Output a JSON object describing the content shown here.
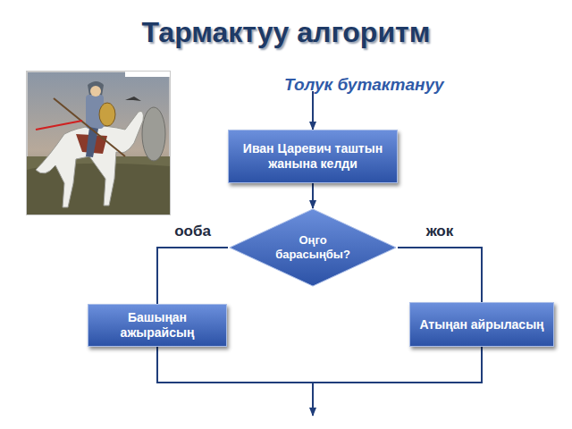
{
  "diagram": {
    "title": "Тармактуу алгоритм",
    "nodes": [
      {
        "text": [
          "Иван Царевич таштын жанына келди"
        ]
      },
      {
        "text": [
          "Оңго барасыңбы?"
        ]
      },
      {
        "text": [
          "Башыңан ажырайсың"
        ]
      },
      {
        "text": [
          "Атыңан айрыласың"
        ]
      }
    ],
    "edges": [
      {
        "from": 0,
        "to": 1,
        "arrow": "to"
      },
      {
        "from": 1,
        "to": 2,
        "label": "ооба",
        "arrow": "none"
      },
      {
        "from": 1,
        "to": 3,
        "label": "жок",
        "arrow": "none"
      }
    ],
    "labels": [
      "Толук бутактануу"
    ]
  }
}
